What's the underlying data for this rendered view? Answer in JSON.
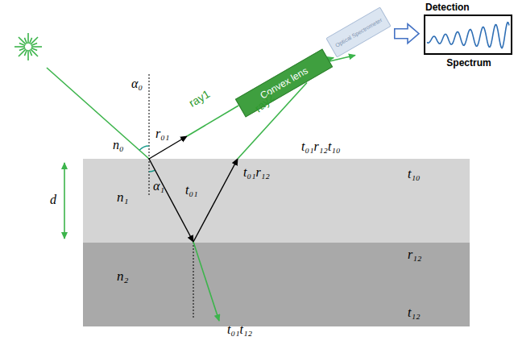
{
  "diagram": {
    "nodes": [
      {
        "text": [
          "n₁"
        ]
      },
      {
        "text": [
          "n₂"
        ]
      },
      {
        "text": [
          "Convex lens"
        ]
      },
      {
        "text": [
          "Optical Spectrometer"
        ]
      },
      {
        "text": [
          "Detection",
          "Spectrum"
        ]
      }
    ],
    "edges": [
      {
        "from": 2,
        "to": 3,
        "arrow": "to"
      },
      {
        "from": 2,
        "to": 3,
        "arrow": "to"
      },
      {
        "from": 3,
        "to": 4,
        "arrow": "to"
      }
    ],
    "labels": [
      "α₀",
      "α₁",
      "n₀",
      "r₀₁",
      "ray1",
      "ray2",
      "t₀₁",
      "t₀₁r₁₂",
      "t₀₁r₁₂t₁₀",
      "t₁₀",
      "r₁₂",
      "t₁₂",
      "d",
      "t₀₁t₁₂"
    ]
  }
}
